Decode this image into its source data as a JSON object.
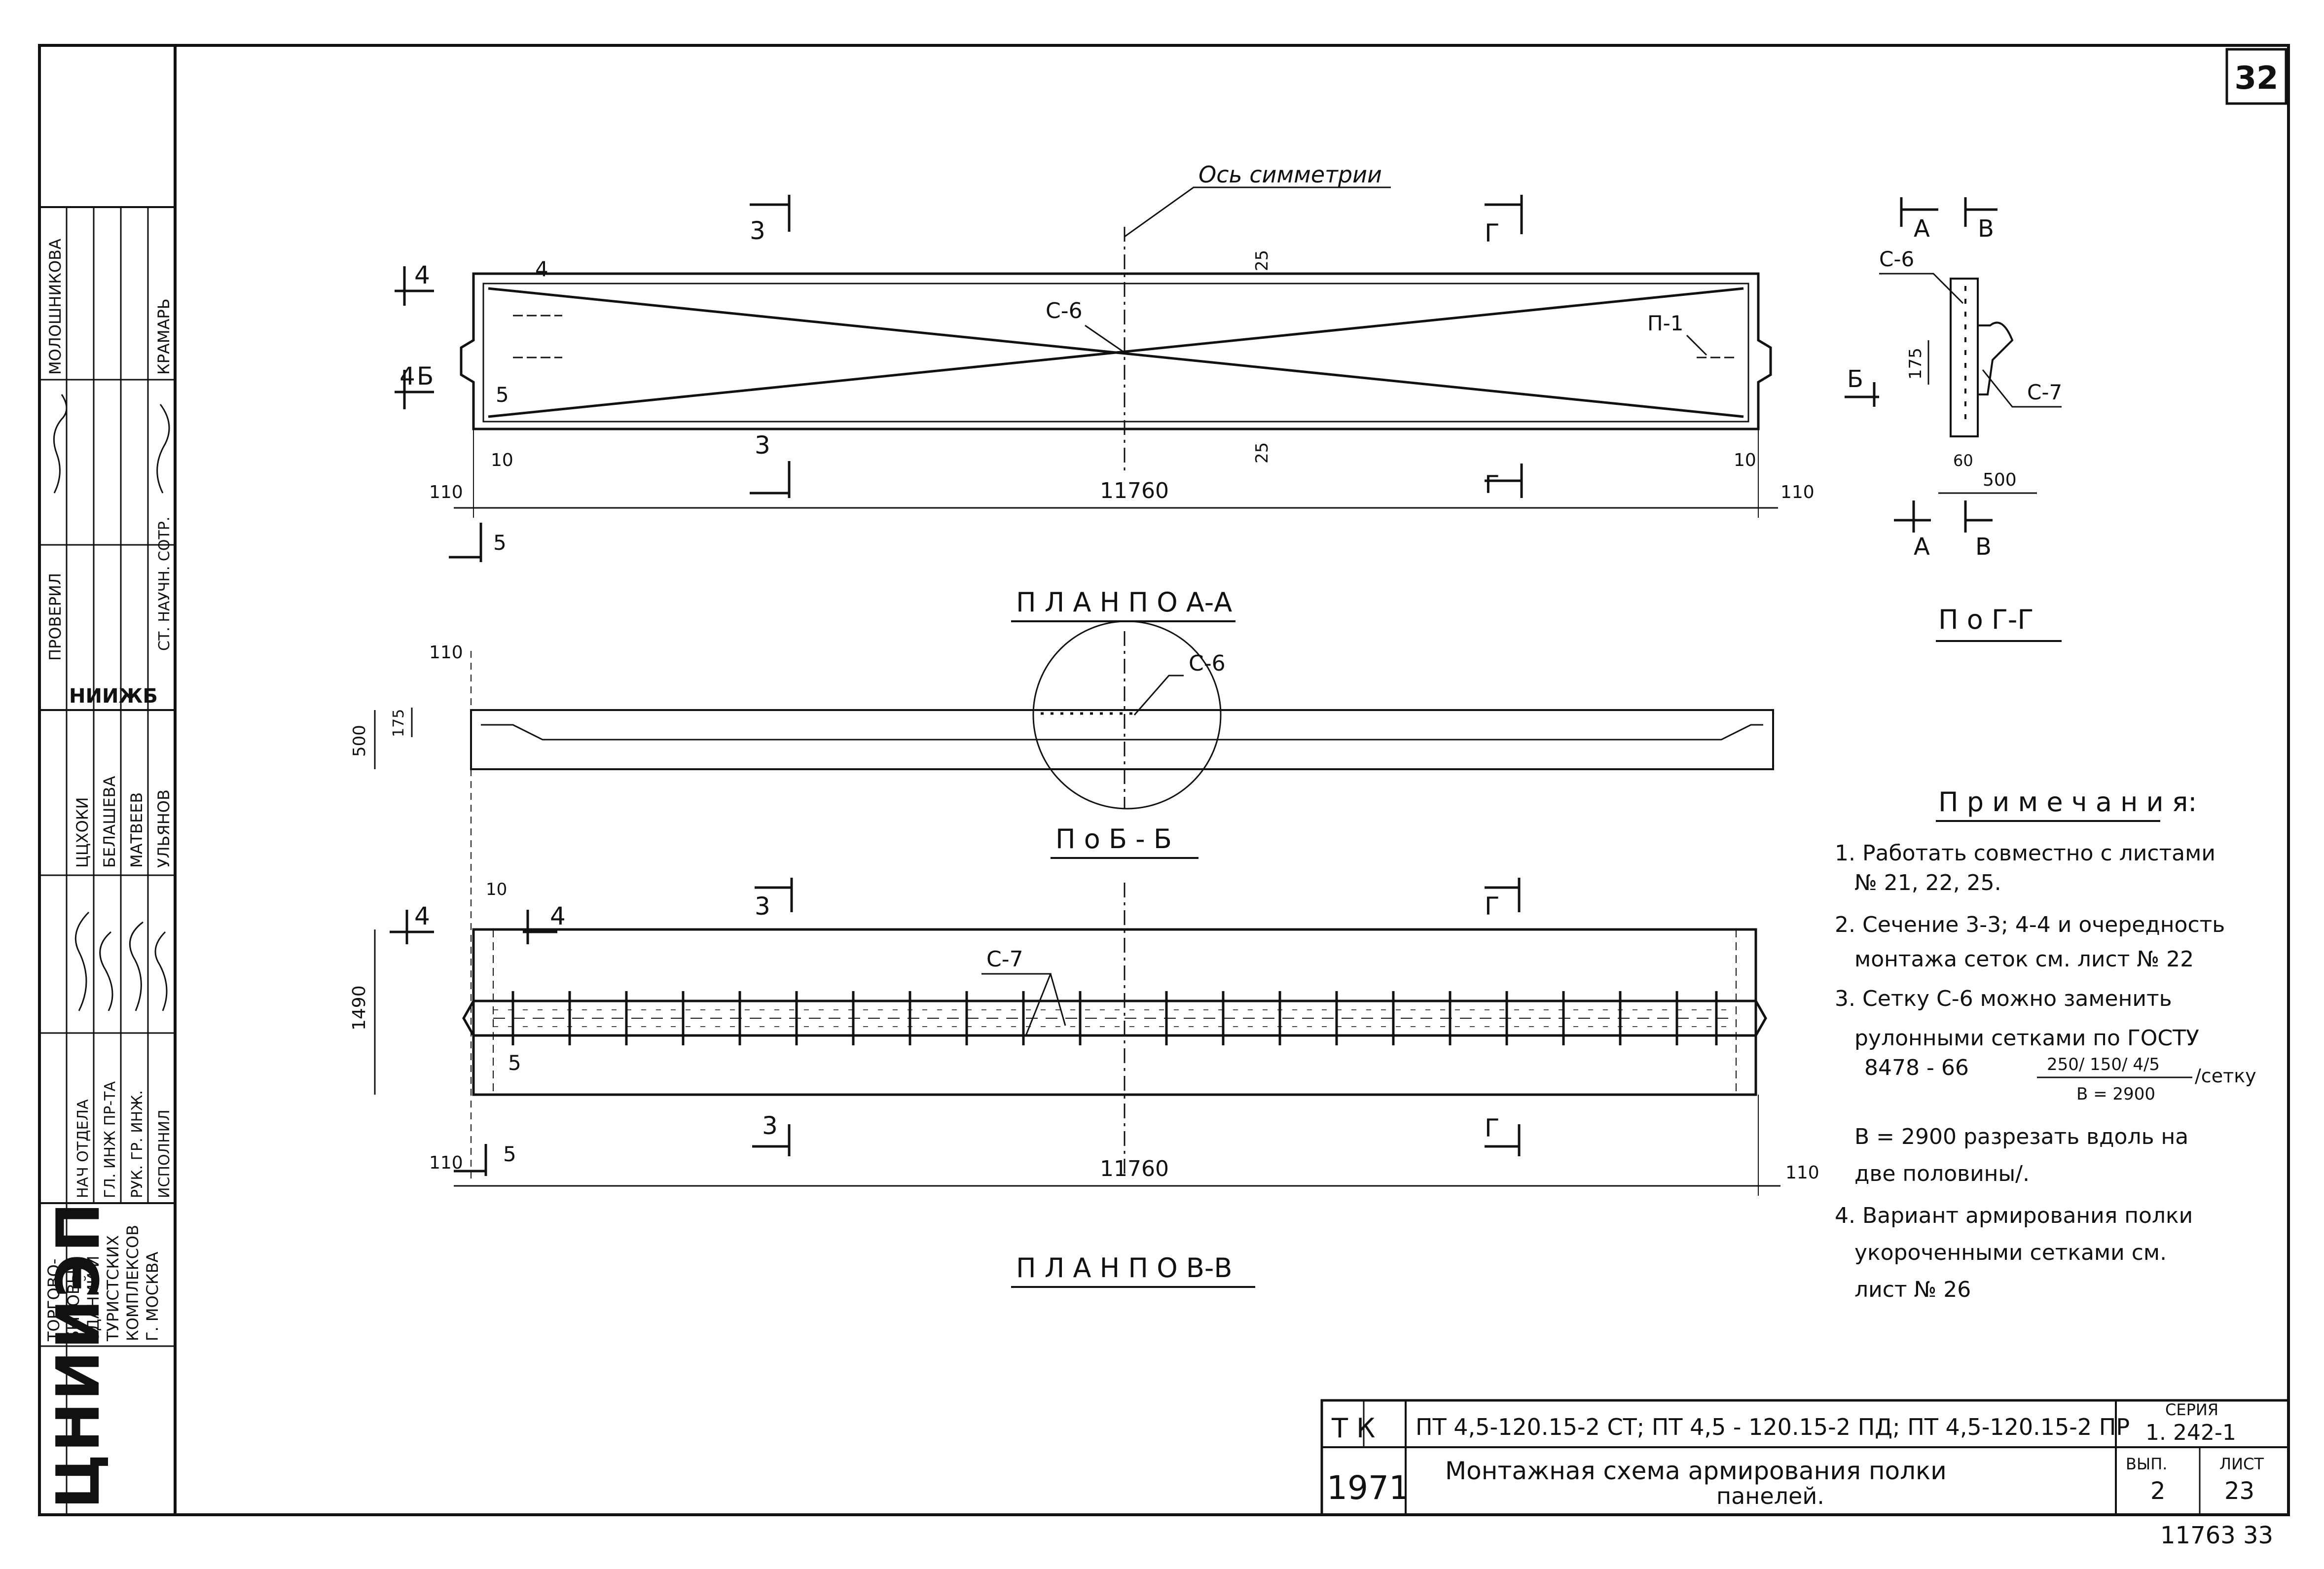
{
  "sheet_number": "32",
  "stamp": {
    "org_logo": "ЦНИИЭП",
    "org_lines": [
      "ТОРГОВО-",
      "БЫТОВЫХ",
      "ЗДАНИЙ И",
      "ТУРИСТСКИХ",
      "КОМПЛЕКСОВ",
      "Г. МОСКВА"
    ],
    "col_positions": [
      "НАЧ ОТДЕЛА",
      "ГЛ. ИНЖ ПР-ТА",
      "РУК. ГР. ИНЖ.",
      "ИСПОЛНИЛ"
    ],
    "col_names": [
      "ЦЦХОКИ",
      "БЕЛАШЕВА",
      "МАТВЕЕВ",
      "УЛЬЯНОВ"
    ],
    "checked_label": "ПРОВЕРИЛ",
    "checked_org": "НИИЖБ",
    "checked_position": "СТ. НАУЧН. СОТР.",
    "checked_names": [
      "МОЛОШНИКОВА",
      "КРАМАРЬ"
    ]
  },
  "views": {
    "plan_a": {
      "title": "П Л А Н   П О А-А",
      "axis_label": "Ось симметрии",
      "mesh_label": "С-6",
      "rebar_label": "П-1",
      "dims": {
        "total": "11760",
        "left_end": "110",
        "right_end": "110",
        "edge_left": "10",
        "edge_right": "10",
        "top_gap": "25",
        "bottom_gap": "25"
      },
      "cuts": {
        "s3_top": "3",
        "s3_bottom": "3",
        "g_top": "Г",
        "g_bottom": "Г",
        "s4": "4",
        "s4b": "4",
        "s5": "5",
        "s5b": "5",
        "s4_letter": "4",
        "s6": "Б",
        "s6_num": "4"
      }
    },
    "section_b": {
      "title": "П о   Б - Б",
      "mesh_label": "С-6",
      "dims": {
        "end": "110",
        "height": "500",
        "depth": "175"
      }
    },
    "plan_v": {
      "title": "П Л А Н   П О В-В",
      "mesh_label": "С-7",
      "dims": {
        "total": "11760",
        "left_end": "110",
        "right_end": "110",
        "height": "1490",
        "edge": "10"
      },
      "cuts": {
        "s3_top": "3",
        "s3_bottom": "3",
        "g_top": "Г",
        "g_bottom": "Г",
        "s4a": "4",
        "s4b": "4",
        "s5a": "5",
        "s5b": "5"
      }
    },
    "section_g": {
      "title": "П о   Г-Г",
      "labels": {
        "a_top": "А",
        "v_top": "В",
        "a_bottom": "А",
        "v_bottom": "В",
        "b_side": "Б",
        "mesh6": "С-6",
        "mesh7": "С-7"
      },
      "dims": {
        "d175": "175",
        "d60": "60",
        "d500": "500"
      }
    }
  },
  "notes": {
    "title": "П р и м е ч а н и я:",
    "items": [
      "1. Работать совместно с листами",
      "№ 21, 22, 25.",
      "2. Сечение 3-3; 4-4 и очередность",
      "монтажа сеток см. лист № 22",
      "3. Сетку С-6 можно заменить",
      "рулонными сетками по ГОСТУ",
      "8478 - 66",
      "В = 2900 разрезать вдоль на",
      "две половины/.",
      "4. Вариант армирования полки",
      "укороченными сетками см.",
      "лист № 26"
    ],
    "fraction_top": "250/ 150/ 4/5",
    "fraction_bottom": "В = 2900",
    "fraction_suffix": "/сетку"
  },
  "title_block": {
    "code": "Т К",
    "year": "1971",
    "panels": "ПТ 4,5-120.15-2 СТ; ПТ 4,5 - 120.15-2 ПД; ПТ 4,5-120.15-2 ПР",
    "title_line1": "Монтажная схема армирования полки",
    "title_line2": "панелей.",
    "series_label": "СЕРИЯ",
    "series_value": "1. 242-1",
    "issue_label": "ВЫП.",
    "issue_value": "2",
    "sheet_label": "ЛИСТ",
    "sheet_value": "23",
    "footer": "11763   33"
  }
}
